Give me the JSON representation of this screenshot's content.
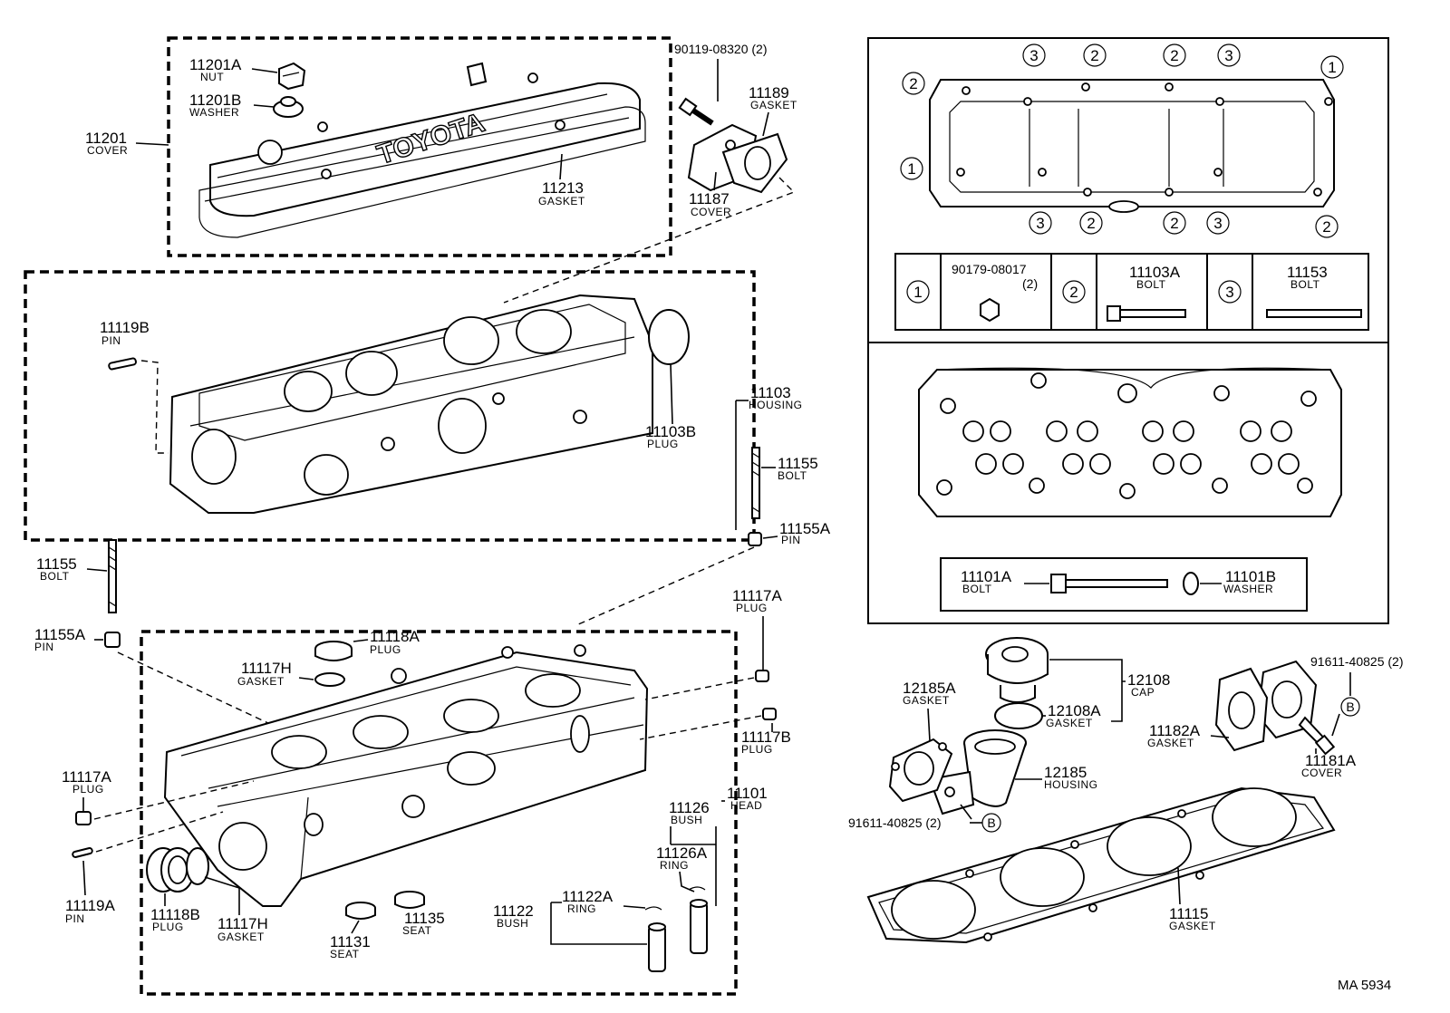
{
  "cover": {
    "num": "11201",
    "name": "COVER"
  },
  "nut": {
    "num": "11201A",
    "name": "NUT"
  },
  "washer": {
    "num": "11201B",
    "name": "WASHER"
  },
  "gasket_11213": {
    "num": "11213",
    "name": "GASKET"
  },
  "bolt_90119": {
    "num": "90119-08320 (2)"
  },
  "gasket_11189": {
    "num": "11189",
    "name": "GASKET"
  },
  "cover_11187": {
    "num": "11187",
    "name": "COVER"
  },
  "pin_11119b": {
    "num": "11119B",
    "name": "PIN"
  },
  "plug_11103b": {
    "num": "11103B",
    "name": "PLUG"
  },
  "housing_11103": {
    "num": "11103",
    "name": "HOUSING"
  },
  "bolt_11155_right": {
    "num": "11155",
    "name": "BOLT"
  },
  "pin_11155a_right": {
    "num": "11155A",
    "name": "PIN"
  },
  "bolt_11155_left": {
    "num": "11155",
    "name": "BOLT"
  },
  "pin_11155a_left": {
    "num": "11155A",
    "name": "PIN"
  },
  "plug_11118a": {
    "num": "11118A",
    "name": "PLUG"
  },
  "gasket_11117h_top": {
    "num": "11117H",
    "name": "GASKET"
  },
  "plug_11117a_right": {
    "num": "11117A",
    "name": "PLUG"
  },
  "plug_11117b": {
    "num": "11117B",
    "name": "PLUG"
  },
  "head_11101": {
    "num": "11101",
    "name": "HEAD"
  },
  "plug_11117a_left": {
    "num": "11117A",
    "name": "PLUG"
  },
  "pin_11119a": {
    "num": "11119A",
    "name": "PIN"
  },
  "plug_11118b": {
    "num": "11118B",
    "name": "PLUG"
  },
  "gasket_11117h_bottom": {
    "num": "11117H",
    "name": "GASKET"
  },
  "seat_11131": {
    "num": "11131",
    "name": "SEAT"
  },
  "seat_11135": {
    "num": "11135",
    "name": "SEAT"
  },
  "bush_11126": {
    "num": "11126",
    "name": "BUSH"
  },
  "ring_11126a": {
    "num": "11126A",
    "name": "RING"
  },
  "ring_11122a": {
    "num": "11122A",
    "name": "RING"
  },
  "bush_11122": {
    "num": "11122",
    "name": "BUSH"
  },
  "cover_brand": "TOYOTA",
  "tightening_order": {
    "circles": [
      "1",
      "2",
      "3"
    ],
    "table": [
      {
        "circle": "1",
        "num": "90179-08017",
        "qty": "(2)",
        "name": ""
      },
      {
        "circle": "2",
        "num": "11103A",
        "qty": "",
        "name": "BOLT"
      },
      {
        "circle": "3",
        "num": "11153",
        "qty": "",
        "name": "BOLT"
      }
    ]
  },
  "head_bolts": {
    "bolt": {
      "num": "11101A",
      "name": "BOLT"
    },
    "washer": {
      "num": "11101B",
      "name": "WASHER"
    }
  },
  "cap_12108": {
    "num": "12108",
    "name": "CAP"
  },
  "gasket_12108a": {
    "num": "12108A",
    "name": "GASKET"
  },
  "gasket_12185a": {
    "num": "12185A",
    "name": "GASKET"
  },
  "housing_12185": {
    "num": "12185",
    "name": "HOUSING"
  },
  "bolt_91611_left": {
    "num": "91611-40825 (2)",
    "ref": "B"
  },
  "bolt_91611_right": {
    "num": "91611-40825 (2)",
    "ref": "B"
  },
  "gasket_11182a": {
    "num": "11182A",
    "name": "GASKET"
  },
  "cover_11181a": {
    "num": "11181A",
    "name": "COVER"
  },
  "gasket_11115": {
    "num": "11115",
    "name": "GASKET"
  },
  "figure_id": "MA 5934"
}
